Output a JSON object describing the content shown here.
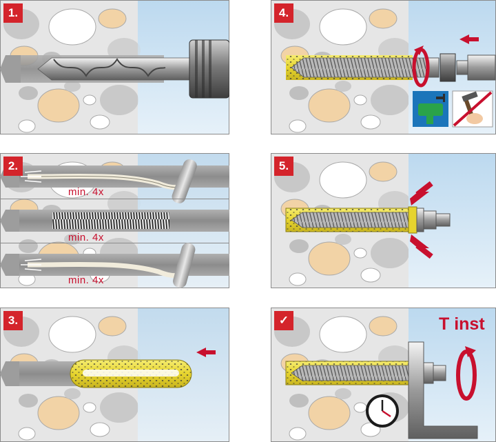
{
  "steps": [
    {
      "label": "1."
    },
    {
      "label": "2."
    },
    {
      "label": "3."
    },
    {
      "label": "4."
    },
    {
      "label": "5."
    },
    {
      "label": "✓"
    }
  ],
  "cleaning": {
    "row1": "min. 4x",
    "row2": "min. 4x",
    "row3": "min. 4x"
  },
  "curing": {
    "torque_label": "T inst"
  },
  "colors": {
    "badge": "#d4242b",
    "arrow": "#c8102e",
    "concrete": "#e6e6e6",
    "air": "#d3e8f5",
    "mortar": "#e8d830"
  },
  "icons": [
    "drill-icon",
    "hammer-icon",
    "forbidden-icon",
    "clock-icon",
    "rotation-arrow-icon",
    "push-arrow-icon"
  ]
}
